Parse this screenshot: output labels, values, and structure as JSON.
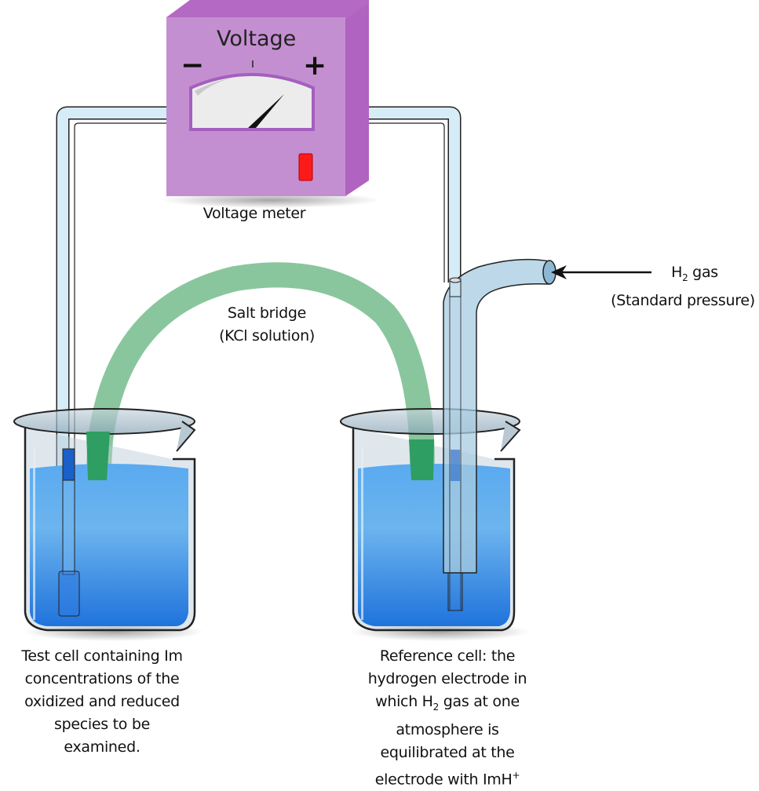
{
  "meter": {
    "title": "Voltage",
    "minus": "−",
    "plus": "+",
    "label": "Voltage meter",
    "needle_position": "right of center (positive reading)",
    "switch_color": "#ff1a1a",
    "body_color": "#c48fd0",
    "side_color": "#b46ac4"
  },
  "salt_bridge": {
    "line1": "Salt bridge",
    "line2": "(KCl solution)",
    "color": "#8cc9a0"
  },
  "gas_input": {
    "line1_prefix": "H",
    "line1_sub": "2",
    "line1_suffix": " gas",
    "line2": "(Standard pressure)"
  },
  "test_cell": {
    "lines": [
      "Test cell containing Im",
      "concentrations of the",
      "oxidized and reduced",
      "species to be",
      "examined."
    ]
  },
  "reference_cell": {
    "line1": "Reference cell: the",
    "line2": "hydrogen electrode in",
    "line3_prefix": "which H",
    "line3_sub": "2",
    "line3_suffix": " gas at one",
    "line4": "atmosphere is",
    "line5": "equilibrated at the",
    "line6_prefix": "electrode with ImH",
    "line6_sup": "+"
  },
  "colors": {
    "liquid": "#2f86e6",
    "wire": "#d6ecf7",
    "glass": "#b8c9d4"
  }
}
